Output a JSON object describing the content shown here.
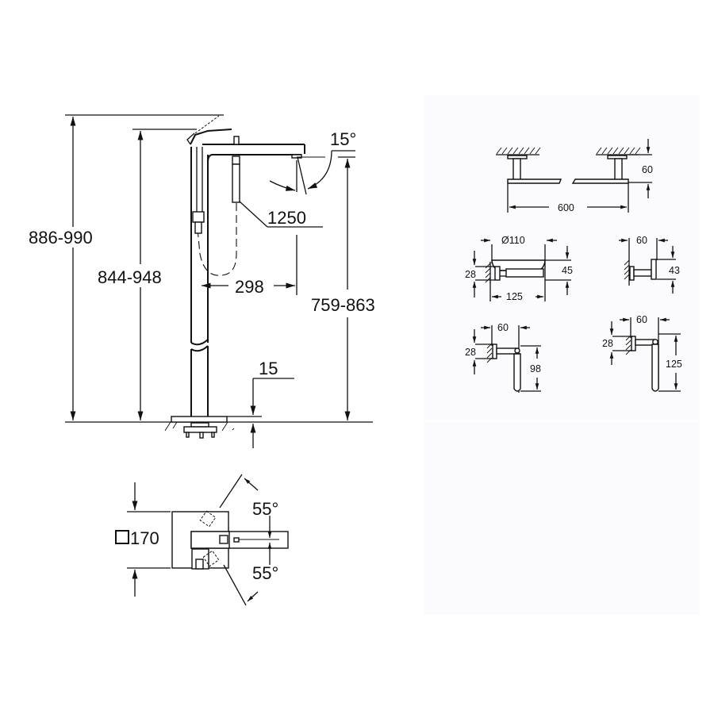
{
  "colors": {
    "line": "#111111",
    "background": "#ffffff",
    "panel": "#fbfbfd"
  },
  "faucet_elevation": {
    "total_height": "886-990",
    "handle_height": "844-948",
    "spout_height": "759-863",
    "spout_reach": "298",
    "hose_length": "1250",
    "spout_swivel_angle": "15°",
    "floor_flange": "15"
  },
  "faucet_plan": {
    "base_square": "170",
    "base_square_symbol": "□",
    "swivel_angle_upper": "55°",
    "swivel_angle_lower": "55°"
  },
  "accessories": {
    "towel_rail": {
      "width": "600",
      "projection": "60"
    },
    "soap_dish": {
      "diameter": "Ø110",
      "depth": "125",
      "height": "45",
      "rosette": "28"
    },
    "robe_hook": {
      "projection": "60",
      "height": "43"
    },
    "paper_holder": {
      "projection": "60",
      "rosette": "28",
      "height": "98"
    },
    "towel_hook_ring": {
      "projection": "60",
      "rosette": "28",
      "height": "125"
    }
  }
}
